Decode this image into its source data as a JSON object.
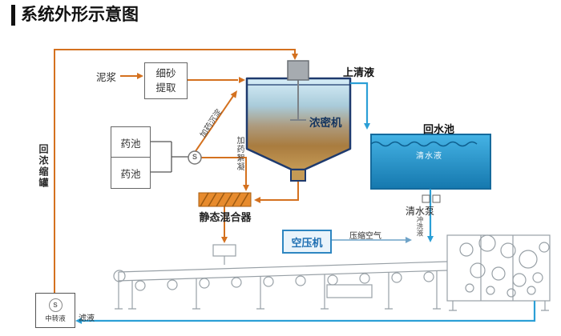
{
  "title": "系统外形示意图",
  "labels": {
    "slurry": "泥浆",
    "sand_extraction": "细砂提取",
    "supernatant": "上清液",
    "thickener": "浓密机",
    "return_pool": "回水池",
    "clear_water": "清水液",
    "clear_water_pump": "清水泵",
    "chem_tank_a": "药池",
    "chem_tank_b": "药池",
    "dosing_settle": "加药沉淀",
    "dosing_floc": "加药絮凝",
    "static_mixer": "静态混合器",
    "air_compressor": "空压机",
    "compressed_air": "压缩空气",
    "flush_liquid": "冲洗液",
    "return_thickener": "回浓缩罐",
    "transfer_tank": "中转液",
    "filtrate": "滤液"
  },
  "symbols": {
    "pump": "S"
  },
  "colors": {
    "pipe_orange": "#D4711F",
    "pipe_blue": "#2B9FD6",
    "tank_outline": "#1E3A6E",
    "pool_fill_top": "#45B3E5",
    "pool_fill_bottom": "#1578AE",
    "mixer_fill": "#E78B2D",
    "machine_gray": "#98A0A6",
    "air_box_blue": "#2E86C1"
  }
}
